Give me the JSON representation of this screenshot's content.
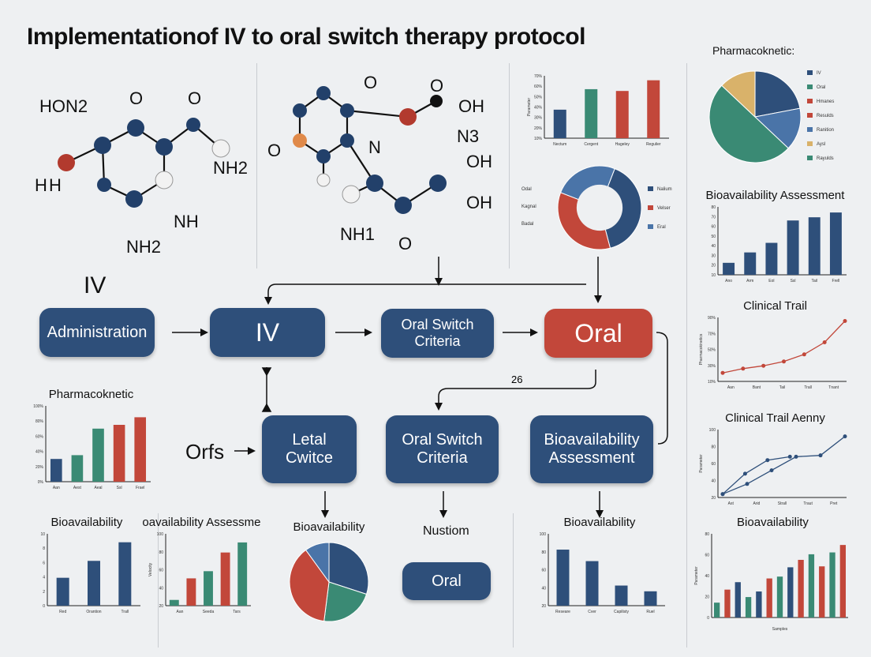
{
  "title": "Implementationof IV to oral switch therapy protocol",
  "colors": {
    "navy": "#2e4f7a",
    "red": "#c2473a",
    "teal": "#3a8a74",
    "gold": "#d9b26a",
    "blue": "#4a74a8"
  },
  "molecules": {
    "left": {
      "labels": [
        "HON2",
        "O",
        "O",
        "NH2",
        "H",
        "H",
        "NH",
        "NH2"
      ]
    },
    "middle": {
      "labels": [
        "O",
        "O",
        "O",
        "OH",
        "N3",
        "N",
        "OH",
        "OH",
        "NH1",
        "O"
      ]
    }
  },
  "flow": {
    "iv_label": "IV",
    "administration": "Administration",
    "iv_box": "IV",
    "oral_switch_top": [
      "Oral Switch",
      "Criteria"
    ],
    "oral_box": "Oral",
    "number_label": "26",
    "orfs_label": "Orfs",
    "letal": [
      "Letal",
      "Cwitce"
    ],
    "oral_switch_bottom": [
      "Oral Switch",
      "Criteria"
    ],
    "bioavail_box": [
      "Bioavailability",
      "Assessment"
    ],
    "nustiom": "Nustiom",
    "oral_small": "Oral"
  },
  "chart_data": [
    {
      "type": "bar",
      "title": "",
      "categories": [
        "Nectum",
        "Cergent",
        "Hageley",
        "Regulier"
      ],
      "values": [
        32,
        55,
        53,
        65
      ],
      "ylabel": "Parameter",
      "ylim": [
        0,
        70
      ],
      "yticks": [
        "70%",
        "60%",
        "50%",
        "40%",
        "30%",
        "20%",
        "10%"
      ],
      "colors": [
        "#2e4f7a",
        "#3a8a74",
        "#c2473a",
        "#c2473a"
      ]
    },
    {
      "type": "pie",
      "title": "",
      "donut": true,
      "left_labels": [
        "Odal",
        "Kagnal",
        "Badal"
      ],
      "legend": [
        "Nalium",
        "Velser",
        "Eral"
      ],
      "values": [
        40,
        35,
        25
      ],
      "colors": [
        "#2e4f7a",
        "#c2473a",
        "#4a74a8"
      ]
    },
    {
      "type": "pie",
      "title": "Pharmacoknetic:",
      "legend": [
        "IV",
        "Oral",
        "Hmanes",
        "Resulds",
        "Ranition",
        "Aysl",
        "Rayulds"
      ],
      "values": [
        22,
        15,
        50,
        13
      ],
      "colors": [
        "#2e4f7a",
        "#4a74a8",
        "#3a8a74",
        "#d9b26a"
      ],
      "legend_colors": [
        "#2e4f7a",
        "#3a8a74",
        "#c2473a",
        "#c2473a",
        "#4a74a8",
        "#d9b26a",
        "#3a8a74"
      ]
    },
    {
      "type": "bar",
      "title": "Bioavailability Assessment",
      "values": [
        15,
        28,
        40,
        68,
        72,
        78
      ],
      "ylim": [
        0,
        85
      ],
      "categories": [
        "Ano",
        "Arm",
        "Eol",
        "Ssl",
        "Tail",
        "Frell"
      ],
      "yticks": [
        "80",
        "70",
        "60",
        "50",
        "40",
        "30",
        "20",
        "10"
      ],
      "colors": [
        "#2e4f7a",
        "#2e4f7a",
        "#2e4f7a",
        "#2e4f7a",
        "#2e4f7a",
        "#2e4f7a"
      ]
    },
    {
      "type": "line",
      "title": "Clinical Trail",
      "series": [
        {
          "values": [
            12,
            18,
            22,
            28,
            38,
            55,
            85
          ]
        }
      ],
      "categories": [
        "Aan",
        "Bant",
        "Tail",
        "Trall",
        "Tnant"
      ],
      "ylim": [
        0,
        90
      ],
      "yticks": [
        "90%",
        "70%",
        "50%",
        "30%",
        "10%"
      ],
      "ylabel": "Pharmacokinetics",
      "color": "#c2473a"
    },
    {
      "type": "line",
      "title": "Clinical Trail Aenny",
      "series": [
        {
          "values": [
            5,
            20,
            40,
            60,
            62,
            90
          ]
        },
        {
          "values": [
            5,
            35,
            55,
            60
          ]
        }
      ],
      "categories": [
        "Ast",
        "Arid",
        "Strall",
        "Traut",
        "Pret"
      ],
      "ylim": [
        0,
        100
      ],
      "yticks": [
        "100",
        "80",
        "60",
        "40",
        "20"
      ],
      "ylabel": "Parameter",
      "color": "#2e4f7a"
    },
    {
      "type": "bar",
      "title": "Pharmacoknetic",
      "categories": [
        "Aan",
        "Aest",
        "Aeal",
        "Ssl",
        "Frael"
      ],
      "values": [
        30,
        35,
        70,
        75,
        85
      ],
      "ylim": [
        0,
        100
      ],
      "yticks": [
        "100%",
        "80%",
        "60%",
        "40%",
        "20%",
        "0%"
      ],
      "colors": [
        "#2e4f7a",
        "#3a8a74",
        "#3a8a74",
        "#c2473a",
        "#c2473a"
      ]
    },
    {
      "type": "bar",
      "title": "Bioavailability",
      "categories": [
        "Red",
        "Orantion",
        "Trall"
      ],
      "values": [
        33,
        53,
        75
      ],
      "ylim": [
        0,
        85
      ],
      "yticks": [
        "10",
        "8",
        "6",
        "4",
        "2",
        "0"
      ],
      "colors": [
        "#2e4f7a",
        "#2e4f7a",
        "#2e4f7a"
      ]
    },
    {
      "type": "bar",
      "title": "Bioavailability Assessment",
      "categories": [
        "Aan",
        "Seeda",
        "Tars"
      ],
      "values": [
        8,
        38,
        48,
        74,
        88
      ],
      "ylim": [
        0,
        100
      ],
      "yticks": [
        "100",
        "80",
        "60",
        "40",
        "20"
      ],
      "ylabel": "Velocity",
      "colors": [
        "#3a8a74",
        "#c2473a",
        "#3a8a74",
        "#c2473a",
        "#3a8a74"
      ]
    },
    {
      "type": "pie",
      "title": "Bioavailability",
      "values": [
        30,
        22,
        38,
        10
      ],
      "colors": [
        "#2e4f7a",
        "#3a8a74",
        "#c2473a",
        "#4a74a8"
      ]
    },
    {
      "type": "bar",
      "title": "Bioavailability",
      "categories": [
        "Researe",
        "Cver",
        "Capilisty",
        "Ruel"
      ],
      "values": [
        78,
        62,
        28,
        20
      ],
      "ylim": [
        0,
        100
      ],
      "yticks": [
        "100",
        "80",
        "60",
        "40",
        "20"
      ],
      "colors": [
        "#2e4f7a",
        "#2e4f7a",
        "#2e4f7a",
        "#2e4f7a"
      ]
    },
    {
      "type": "bar",
      "title": "Bioavailability",
      "values": [
        16,
        30,
        38,
        22,
        28,
        42,
        44,
        54,
        62,
        68,
        55,
        70,
        78
      ],
      "ylim": [
        0,
        90
      ],
      "ylabel": "Parameter",
      "xlabel": "Samples",
      "yticks": [
        "80",
        "60",
        "40",
        "20",
        "0"
      ],
      "colors": [
        "#3a8a74",
        "#c2473a",
        "#2e4f7a",
        "#3a8a74",
        "#2e4f7a",
        "#c2473a",
        "#3a8a74",
        "#2e4f7a",
        "#c2473a",
        "#3a8a74",
        "#c2473a",
        "#3a8a74",
        "#c2473a"
      ]
    }
  ]
}
